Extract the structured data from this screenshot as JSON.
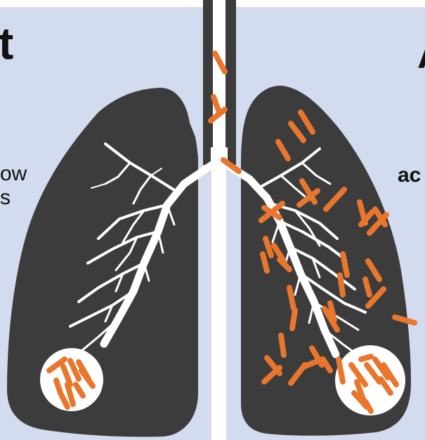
{
  "labels": {
    "left_title": "t",
    "left_line1": "ow",
    "left_line2": "s",
    "right_title": "A",
    "right_line1": "ac"
  },
  "colors": {
    "background_panel": "#d3dcee",
    "lung": "#3c3c3c",
    "bronchi": "#ffffff",
    "bacteria": "#e8762d",
    "zoom_circle": "#ffffff"
  },
  "icons": [
    "lungs-illustration",
    "bacteria-icon",
    "magnifier-circle-icon"
  ]
}
